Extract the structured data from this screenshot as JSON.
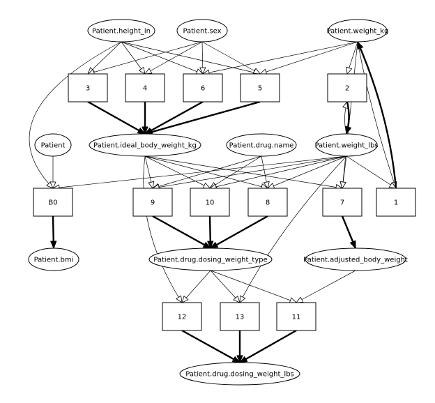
{
  "diagram": {
    "variables": {
      "height_in": "Patient.height_in",
      "sex": "Patient.sex",
      "weight_kg": "Patient.weight_kg",
      "patient": "Patient",
      "ideal_body_weight_kg": "Patient.ideal_body_weight_kg",
      "drug_name": "Patient.drug.name",
      "weight_lbs": "Patient.weight_lbs",
      "bmi": "Patient.bmi",
      "dosing_weight_type": "Patient.drug.dosing_weight_type",
      "adjusted_body_weight": "Patient.adjusted_body_weight",
      "dosing_weight_lbs": "Patient.drug.dosing_weight_lbs"
    },
    "rules": {
      "r3": "3",
      "r4": "4",
      "r6": "6",
      "r5": "5",
      "r2": "2",
      "rB0": "B0",
      "r9": "9",
      "r10": "10",
      "r8": "8",
      "r7": "7",
      "r1": "1",
      "r12": "12",
      "r13": "13",
      "r11": "11"
    },
    "inputs": [
      [
        "height_in",
        "r3"
      ],
      [
        "height_in",
        "r4"
      ],
      [
        "height_in",
        "r6"
      ],
      [
        "height_in",
        "r5"
      ],
      [
        "height_in",
        "rB0"
      ],
      [
        "sex",
        "r3"
      ],
      [
        "sex",
        "r4"
      ],
      [
        "sex",
        "r6"
      ],
      [
        "sex",
        "r5"
      ],
      [
        "weight_kg",
        "r6"
      ],
      [
        "weight_kg",
        "r5"
      ],
      [
        "weight_kg",
        "r2"
      ],
      [
        "weight_kg",
        "r7"
      ],
      [
        "weight_kg",
        "r1"
      ],
      [
        "patient",
        "rB0"
      ],
      [
        "ideal_body_weight_kg",
        "r9"
      ],
      [
        "ideal_body_weight_kg",
        "r10"
      ],
      [
        "ideal_body_weight_kg",
        "r8"
      ],
      [
        "ideal_body_weight_kg",
        "r7"
      ],
      [
        "ideal_body_weight_kg",
        "r12"
      ],
      [
        "drug_name",
        "r9"
      ],
      [
        "drug_name",
        "r10"
      ],
      [
        "drug_name",
        "r8"
      ],
      [
        "weight_lbs",
        "r2"
      ],
      [
        "weight_lbs",
        "rB0"
      ],
      [
        "weight_lbs",
        "r9"
      ],
      [
        "weight_lbs",
        "r10"
      ],
      [
        "weight_lbs",
        "r8"
      ],
      [
        "weight_lbs",
        "r7"
      ],
      [
        "weight_lbs",
        "r1"
      ],
      [
        "weight_lbs",
        "r13"
      ],
      [
        "dosing_weight_type",
        "r12"
      ],
      [
        "dosing_weight_type",
        "r13"
      ],
      [
        "dosing_weight_type",
        "r11"
      ],
      [
        "adjusted_body_weight",
        "r11"
      ]
    ],
    "outputs": [
      [
        "r3",
        "ideal_body_weight_kg"
      ],
      [
        "r4",
        "ideal_body_weight_kg"
      ],
      [
        "r6",
        "ideal_body_weight_kg"
      ],
      [
        "r5",
        "ideal_body_weight_kg"
      ],
      [
        "r2",
        "weight_lbs"
      ],
      [
        "rB0",
        "bmi"
      ],
      [
        "r9",
        "dosing_weight_type"
      ],
      [
        "r10",
        "dosing_weight_type"
      ],
      [
        "r8",
        "dosing_weight_type"
      ],
      [
        "r7",
        "adjusted_body_weight"
      ],
      [
        "r1",
        "weight_kg"
      ],
      [
        "r12",
        "dosing_weight_lbs"
      ],
      [
        "r13",
        "dosing_weight_lbs"
      ],
      [
        "r11",
        "dosing_weight_lbs"
      ]
    ]
  }
}
